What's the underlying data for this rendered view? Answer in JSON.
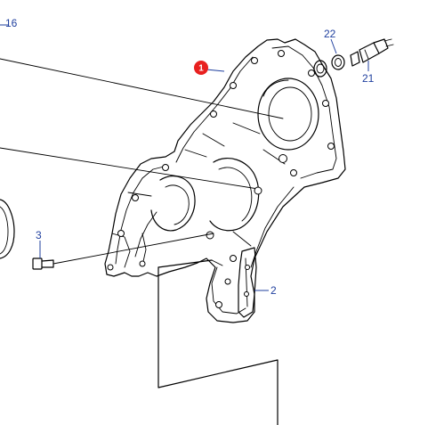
{
  "diagram": {
    "callouts": {
      "c16": "16",
      "c22": "22",
      "c21": "21",
      "c3": "3",
      "c2": "2"
    },
    "highlight": {
      "label": "1",
      "color": "#e8201f"
    },
    "callout_color": "#1f3f9e"
  }
}
